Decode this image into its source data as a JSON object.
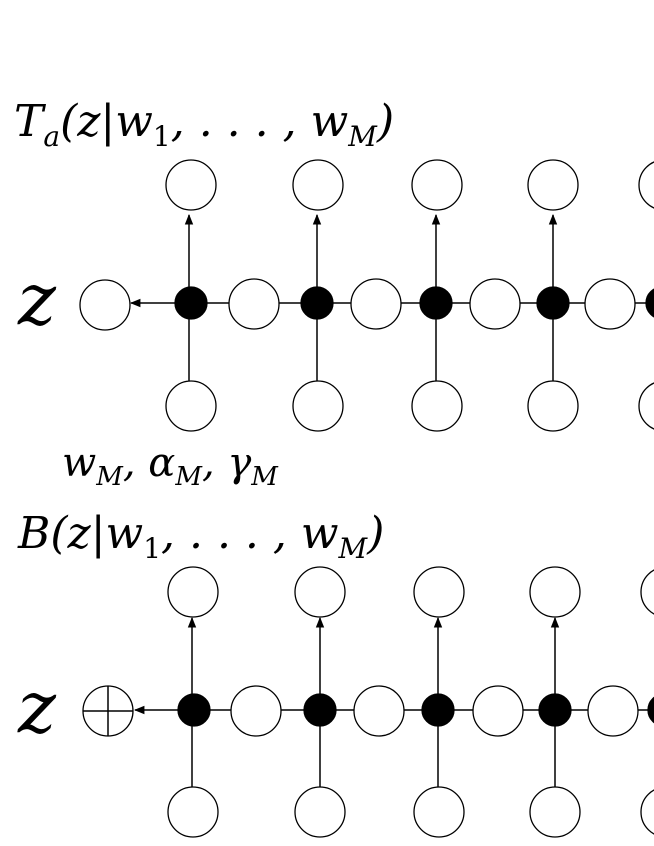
{
  "top": {
    "title": "T_a(z|w_1, ..., w_M)",
    "title_parts": {
      "T": "T",
      "a": "a",
      "open": "(z|w",
      "one": "1",
      "dots": ", . . . , w",
      "M": "M",
      "close": ")"
    },
    "left_var": "z",
    "node_label": "w_M, α_M, γ_M",
    "node_label_parts": {
      "w": "w",
      "M1": "M",
      "sep1": ", α",
      "M2": "M",
      "sep2": ", γ",
      "M3": "M"
    }
  },
  "bottom": {
    "title": "B(z|w_1, ..., w_M)",
    "title_parts": {
      "B": "B",
      "open": "(z|w",
      "one": "1",
      "dots": ", . . . , w",
      "M": "M",
      "close": ")"
    },
    "left_var": "z",
    "output_symbol": "circle-plus-icon"
  }
}
